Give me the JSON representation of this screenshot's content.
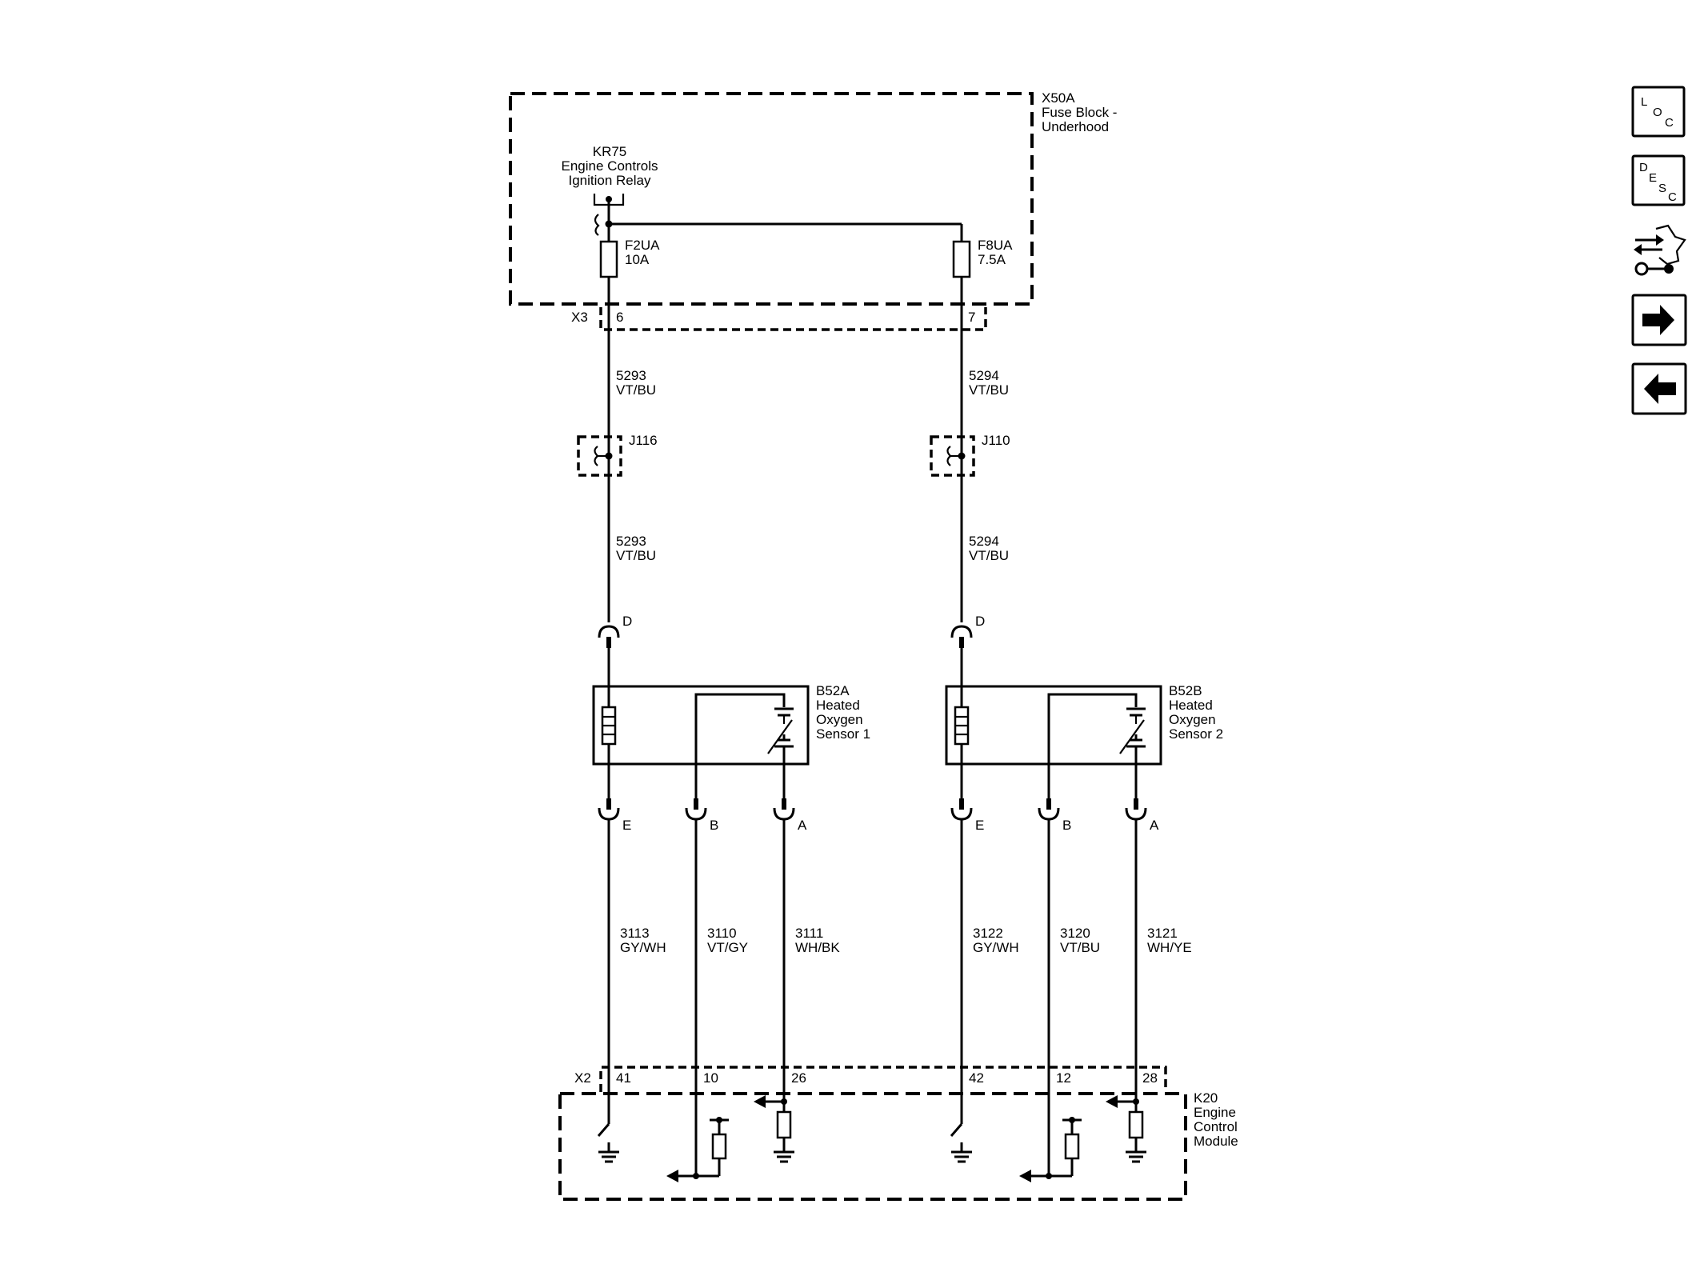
{
  "fuse_block": {
    "id": "X50A",
    "name_line1": "Fuse Block -",
    "name_line2": "Underhood"
  },
  "relay": {
    "id": "KR75",
    "name_line1": "Engine Controls",
    "name_line2": "Ignition Relay"
  },
  "fuses": [
    {
      "id": "F2UA",
      "rating": "10A"
    },
    {
      "id": "F8UA",
      "rating": "7.5A"
    }
  ],
  "connector_x3": {
    "id": "X3",
    "pins": [
      "6",
      "7"
    ]
  },
  "upper_wires": [
    {
      "circuit": "5293",
      "color": "VT/BU"
    },
    {
      "circuit": "5294",
      "color": "VT/BU"
    }
  ],
  "splices": [
    "J116",
    "J110"
  ],
  "lower_wires": [
    {
      "circuit": "5293",
      "color": "VT/BU"
    },
    {
      "circuit": "5294",
      "color": "VT/BU"
    }
  ],
  "sensor_top_pins": [
    "D",
    "D"
  ],
  "sensors": [
    {
      "id": "B52A",
      "line1": "Heated",
      "line2": "Oxygen",
      "line3": "Sensor 1"
    },
    {
      "id": "B52B",
      "line1": "Heated",
      "line2": "Oxygen",
      "line3": "Sensor 2"
    }
  ],
  "sensor_bottom_pins": [
    "E",
    "B",
    "A",
    "E",
    "B",
    "A"
  ],
  "signal_wires": [
    {
      "circuit": "3113",
      "color": "GY/WH"
    },
    {
      "circuit": "3110",
      "color": "VT/GY"
    },
    {
      "circuit": "3111",
      "color": "WH/BK"
    },
    {
      "circuit": "3122",
      "color": "GY/WH"
    },
    {
      "circuit": "3120",
      "color": "VT/BU"
    },
    {
      "circuit": "3121",
      "color": "WH/YE"
    }
  ],
  "connector_x2": {
    "id": "X2",
    "pins": [
      "41",
      "10",
      "26",
      "42",
      "12",
      "28"
    ]
  },
  "ecm": {
    "id": "K20",
    "line1": "Engine",
    "line2": "Control",
    "line3": "Module"
  },
  "nav_icons": [
    {
      "icon": "location-icon",
      "letters": [
        "L",
        "O",
        "C"
      ]
    },
    {
      "icon": "description-icon",
      "letters": [
        "D",
        "E",
        "S",
        "C"
      ]
    },
    {
      "icon": "connector-repair-icon"
    },
    {
      "icon": "arrow-right-icon"
    },
    {
      "icon": "arrow-left-icon"
    }
  ]
}
